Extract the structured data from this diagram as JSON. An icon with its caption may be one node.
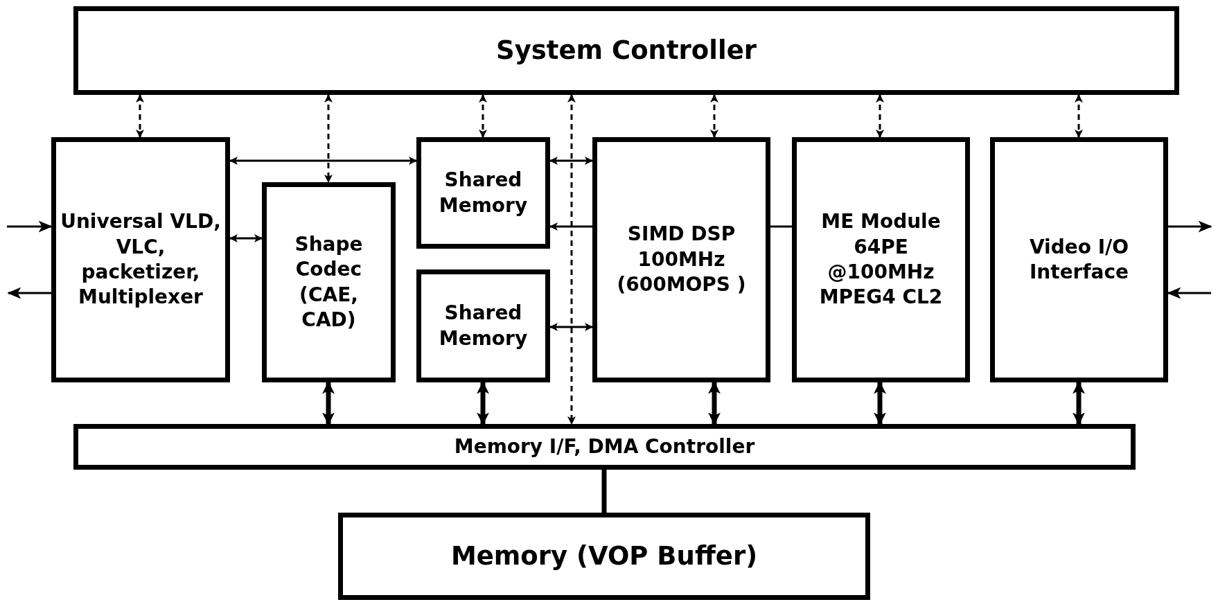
{
  "diagram": {
    "nodes": [
      {
        "text": [
          "System Controller"
        ]
      },
      {
        "text": [
          "Universal VLD, VLC, packetizer, Multiplexer"
        ]
      },
      {
        "text": [
          "Shape Codec (CAE, CAD)"
        ]
      },
      {
        "text": [
          "Shared Memory"
        ]
      },
      {
        "text": [
          "Shared Memory"
        ]
      },
      {
        "text": [
          "SIMD DSP 100MHz (600MOPS )"
        ]
      },
      {
        "text": [
          "ME Module 64PE @100MHz MPEG4 CL2"
        ]
      },
      {
        "text": [
          "Video I/O Interface"
        ]
      },
      {
        "text": [
          "Memory I/F, DMA Controller"
        ]
      },
      {
        "text": [
          "Memory (VOP Buffer)"
        ]
      }
    ],
    "edges": [
      {
        "from": 0,
        "to": 1,
        "arrow": "both",
        "style": "dashed"
      },
      {
        "from": 0,
        "to": 2,
        "arrow": "both",
        "style": "dashed"
      },
      {
        "from": 0,
        "to": 3,
        "arrow": "both",
        "style": "dashed"
      },
      {
        "from": 0,
        "to": 8,
        "arrow": "both",
        "style": "dashed"
      },
      {
        "from": 0,
        "to": 5,
        "arrow": "both",
        "style": "dashed"
      },
      {
        "from": 0,
        "to": 6,
        "arrow": "both",
        "style": "dashed"
      },
      {
        "from": 0,
        "to": 7,
        "arrow": "both",
        "style": "dashed"
      },
      {
        "from": 1,
        "to": 3,
        "arrow": "both"
      },
      {
        "from": 1,
        "to": 2,
        "arrow": "both"
      },
      {
        "from": 3,
        "to": 5,
        "arrow": "both"
      },
      {
        "from": 5,
        "to": 3,
        "arrow": "to"
      },
      {
        "from": 4,
        "to": 5,
        "arrow": "both"
      },
      {
        "from": 5,
        "to": 6,
        "arrow": "none"
      },
      {
        "from": null,
        "to": 1,
        "arrow": "to"
      },
      {
        "from": 1,
        "to": null,
        "arrow": "to"
      },
      {
        "from": 7,
        "to": null,
        "arrow": "to"
      },
      {
        "from": null,
        "to": 7,
        "arrow": "to"
      },
      {
        "from": 2,
        "to": 8,
        "arrow": "both",
        "style": "thick"
      },
      {
        "from": 4,
        "to": 8,
        "arrow": "both",
        "style": "thick"
      },
      {
        "from": 5,
        "to": 8,
        "arrow": "both",
        "style": "thick"
      },
      {
        "from": 6,
        "to": 8,
        "arrow": "both",
        "style": "thick"
      },
      {
        "from": 7,
        "to": 8,
        "arrow": "both",
        "style": "thick"
      },
      {
        "from": 8,
        "to": 9,
        "arrow": "none",
        "style": "thick"
      }
    ]
  }
}
